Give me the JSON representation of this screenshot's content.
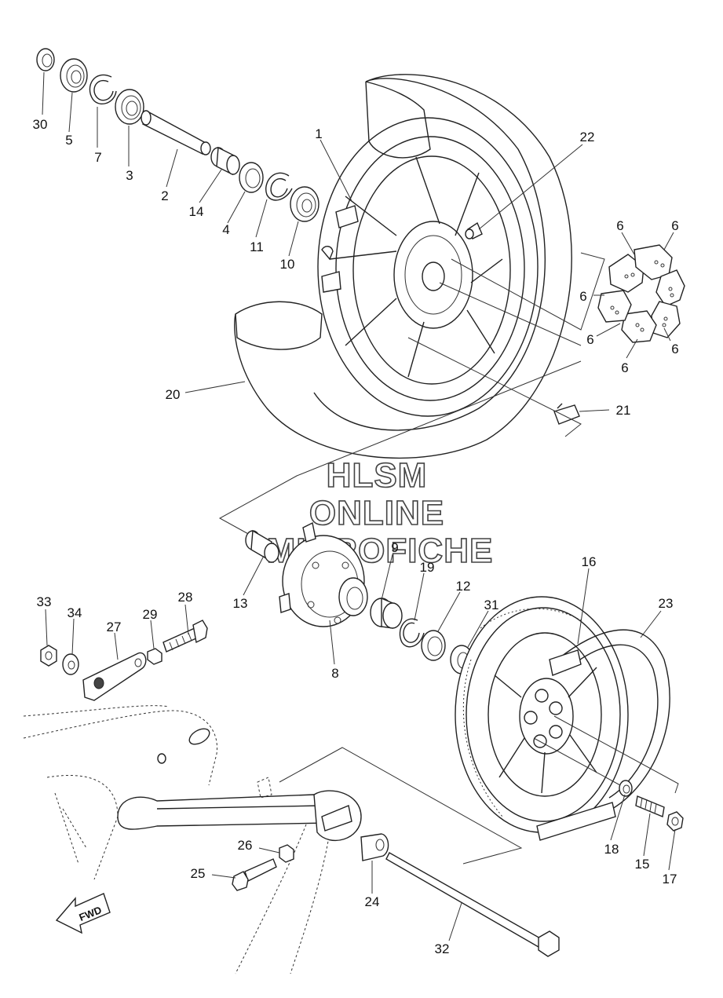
{
  "watermark": {
    "line1": "HLSM",
    "line2": "ONLINE",
    "line3": "MICROFICHE",
    "color": "#ffffff"
  },
  "fwd_arrow": {
    "label": "FWD"
  },
  "callouts": [
    {
      "id": "30",
      "label": "30"
    },
    {
      "id": "5",
      "label": "5"
    },
    {
      "id": "7",
      "label": "7"
    },
    {
      "id": "3",
      "label": "3"
    },
    {
      "id": "2",
      "label": "2"
    },
    {
      "id": "14",
      "label": "14"
    },
    {
      "id": "4",
      "label": "4"
    },
    {
      "id": "11",
      "label": "11"
    },
    {
      "id": "10",
      "label": "10"
    },
    {
      "id": "1",
      "label": "1"
    },
    {
      "id": "22",
      "label": "22"
    },
    {
      "id": "6a",
      "label": "6"
    },
    {
      "id": "6b",
      "label": "6"
    },
    {
      "id": "6c",
      "label": "6"
    },
    {
      "id": "6d",
      "label": "6"
    },
    {
      "id": "6e",
      "label": "6"
    },
    {
      "id": "6f",
      "label": "6"
    },
    {
      "id": "20",
      "label": "20"
    },
    {
      "id": "21",
      "label": "21"
    },
    {
      "id": "13",
      "label": "13"
    },
    {
      "id": "9",
      "label": "9"
    },
    {
      "id": "19",
      "label": "19"
    },
    {
      "id": "12",
      "label": "12"
    },
    {
      "id": "31",
      "label": "31"
    },
    {
      "id": "8",
      "label": "8"
    },
    {
      "id": "16",
      "label": "16"
    },
    {
      "id": "23",
      "label": "23"
    },
    {
      "id": "33",
      "label": "33"
    },
    {
      "id": "34",
      "label": "34"
    },
    {
      "id": "27",
      "label": "27"
    },
    {
      "id": "29",
      "label": "29"
    },
    {
      "id": "28",
      "label": "28"
    },
    {
      "id": "26",
      "label": "26"
    },
    {
      "id": "25",
      "label": "25"
    },
    {
      "id": "24",
      "label": "24"
    },
    {
      "id": "32",
      "label": "32"
    },
    {
      "id": "18",
      "label": "18"
    },
    {
      "id": "15",
      "label": "15"
    },
    {
      "id": "17",
      "label": "17"
    }
  ]
}
